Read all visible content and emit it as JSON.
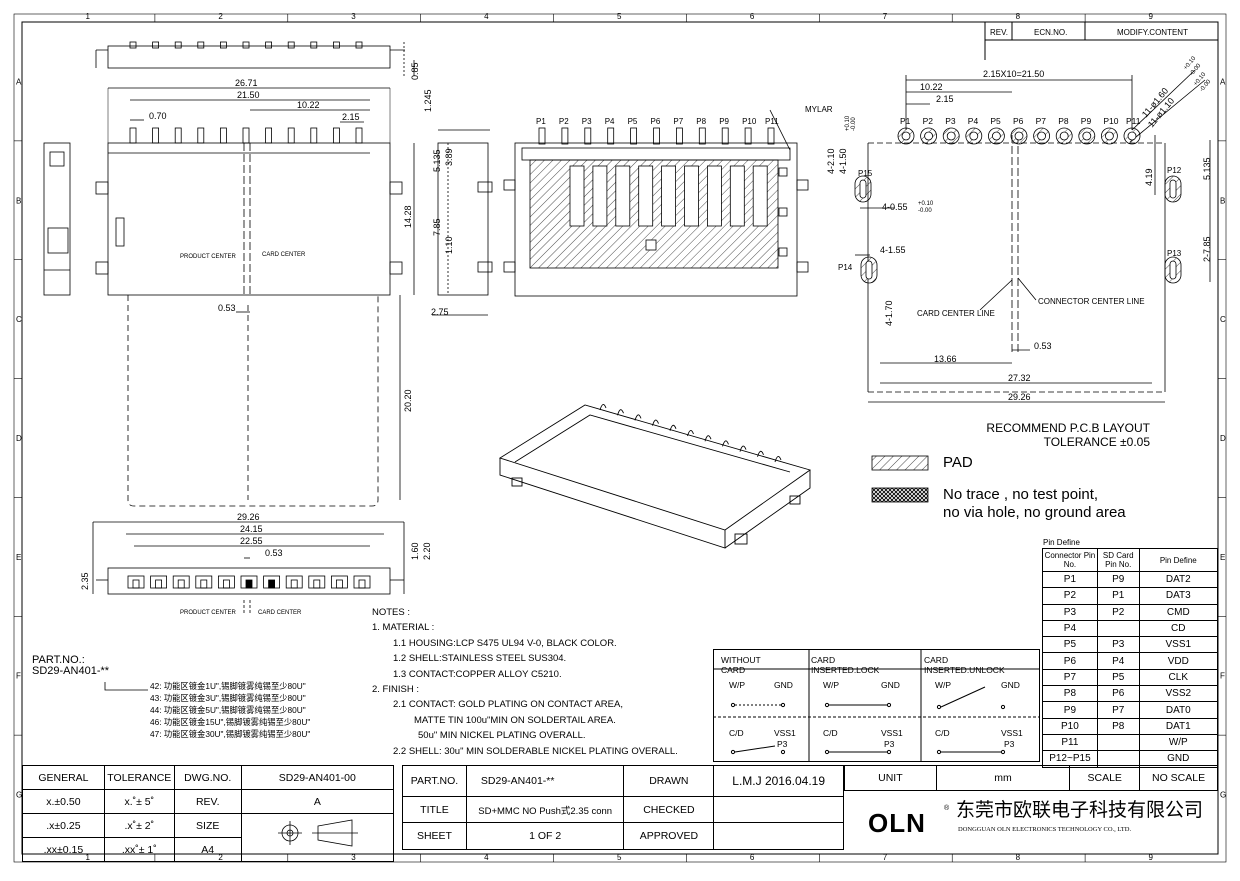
{
  "zones": {
    "cols": [
      "1",
      "2",
      "3",
      "4",
      "5",
      "6",
      "7",
      "8",
      "9"
    ],
    "rows": [
      "A",
      "B",
      "C",
      "D",
      "E",
      "F",
      "G"
    ]
  },
  "revision_header": {
    "rev": "REV.",
    "ecn": "ECN.NO.",
    "modify": "MODIFY.CONTENT"
  },
  "top_view": {
    "dims": [
      "26.71",
      "21.50",
      "10.22",
      "0.70",
      "2.15",
      "1.245",
      "0.85",
      "14.28",
      "20.20",
      "0.53"
    ],
    "labels": {
      "product_center": "PRODUCT CENTER",
      "card_center": "CARD CENTER"
    }
  },
  "side_view": {
    "dims": [
      "5.135",
      "3.89",
      "7.85",
      "1.10",
      "2.75"
    ]
  },
  "front_view": {
    "pins": [
      "P1",
      "P2",
      "P3",
      "P4",
      "P5",
      "P6",
      "P7",
      "P8",
      "P9",
      "P10",
      "P11"
    ],
    "mylar": "MYLAR"
  },
  "bottom_view": {
    "dims": [
      "29.26",
      "24.15",
      "22.55",
      "0.53",
      "1.60",
      "2.20",
      "2.35"
    ],
    "labels": {
      "product_center": "PRODUCT CENTER",
      "card_center": "CARD CENTER"
    }
  },
  "pcb_layout": {
    "dims": [
      "2.15X10=21.50",
      "10.22",
      "2.15",
      "11-ø1.60",
      "11-ø1.10",
      "4-2.10",
      "4-1.50",
      "4-0.55",
      "4-1.55",
      "4-1.70",
      "4.19",
      "5.135",
      "2-7.85",
      "13.66",
      "0.53",
      "27.32",
      "29.26"
    ],
    "tol": {
      "a": "+0.10",
      "b": "-0.00"
    },
    "pins": [
      "P1",
      "P2",
      "P3",
      "P4",
      "P5",
      "P6",
      "P7",
      "P8",
      "P9",
      "P10",
      "P11"
    ],
    "side_pins": [
      "P12",
      "P13",
      "P14",
      "P15"
    ],
    "card_center_line": "CARD CENTER LINE",
    "connector_center_line": "CONNECTOR CENTER LINE"
  },
  "recommend": {
    "title": "RECOMMEND P.C.B LAYOUT",
    "tolerance": "TOLERANCE ±0.05"
  },
  "legend": {
    "pad": "PAD",
    "keepout_1": "No trace , no test point,",
    "keepout_2": "no via hole, no ground area"
  },
  "pin_define": {
    "title": "Pin Define",
    "headers": [
      "Connector Pin No.",
      "SD Card Pin No.",
      "Pin Define"
    ],
    "rows": [
      [
        "P1",
        "P9",
        "DAT2"
      ],
      [
        "P2",
        "P1",
        "DAT3"
      ],
      [
        "P3",
        "P2",
        "CMD"
      ],
      [
        "P4",
        "",
        "CD"
      ],
      [
        "P5",
        "P3",
        "VSS1"
      ],
      [
        "P6",
        "P4",
        "VDD"
      ],
      [
        "P7",
        "P5",
        "CLK"
      ],
      [
        "P8",
        "P6",
        "VSS2"
      ],
      [
        "P9",
        "P7",
        "DAT0"
      ],
      [
        "P10",
        "P8",
        "DAT1"
      ],
      [
        "P11",
        "",
        "W/P"
      ],
      [
        "P12~P15",
        "",
        "GND"
      ]
    ]
  },
  "switch_table": {
    "headers": [
      "WITHOUT CARD",
      "CARD INSERTED:LOCK",
      "CARD INSERTED:UNLOCK"
    ],
    "wp": "W/P",
    "gnd": "GND",
    "cd": "C/D",
    "vss": "VSS1",
    "p3": "P3"
  },
  "notes": {
    "title": "NOTES :",
    "lines": [
      "1. MATERIAL :",
      "1.1 HOUSING:LCP S475 UL94 V-0, BLACK COLOR.",
      "1.2 SHELL:STAINLESS STEEL SUS304.",
      "1.3 CONTACT:COPPER ALLOY C5210.",
      "2. FINISH :",
      "2.1 CONTACT: GOLD PLATING ON CONTACT AREA,",
      "MATTE TIN 100u\"MIN ON SOLDERTAIL AREA.",
      "50u\" MIN NICKEL PLATING OVERALL.",
      "2.2 SHELL: 30u\" MIN SOLDERABLE NICKEL PLATING OVERALL."
    ]
  },
  "part_no": {
    "label": "PART.NO.:",
    "value": "SD29-AN401-**",
    "variants": [
      "42: 功能区镀金1U\",锡脚镀雾纯锡至少80U\"",
      "43: 功能区镀金3U\",锡脚镀雾纯锡至少80U\"",
      "44: 功能区镀金5U\",锡脚镀雾纯锡至少80U\"",
      "46: 功能区镀金15U\",锡脚镀雾纯锡至少80U\"",
      "47: 功能区镀金30U\",锡脚镀雾纯锡至少80U\""
    ]
  },
  "title_block": {
    "general": "GENERAL",
    "tolerance": "TOLERANCE",
    "dwg_no_label": "DWG.NO.",
    "dwg_no": "SD29-AN401-00",
    "tol_rows": [
      [
        "x.±0.50",
        "x.˚± 5˚"
      ],
      [
        ".x±0.25",
        ".x˚± 2˚"
      ],
      [
        ".xx±0.15",
        ".xx˚± 1˚"
      ]
    ],
    "rev_label": "REV.",
    "rev": "A",
    "size_label": "SIZE",
    "size": "A4",
    "part_no_label": "PART.NO.",
    "part_no": "SD29-AN401-**",
    "title_label": "TITLE",
    "title": "SD+MMC NO Push式2.35 conn",
    "sheet_label": "SHEET",
    "sheet": "1 OF 2",
    "drawn_label": "DRAWN",
    "drawn": "L.M.J 2016.04.19",
    "checked_label": "CHECKED",
    "approved_label": "APPROVED",
    "unit_label": "UNIT",
    "unit": "mm",
    "scale_label": "SCALE",
    "scale": "NO SCALE",
    "company_cn": "东莞市欧联电子科技有限公司",
    "company_en": "DONGGUAN OLN ELECTRONICS TECHNOLOGY CO., LTD.",
    "logo": "OLN"
  }
}
